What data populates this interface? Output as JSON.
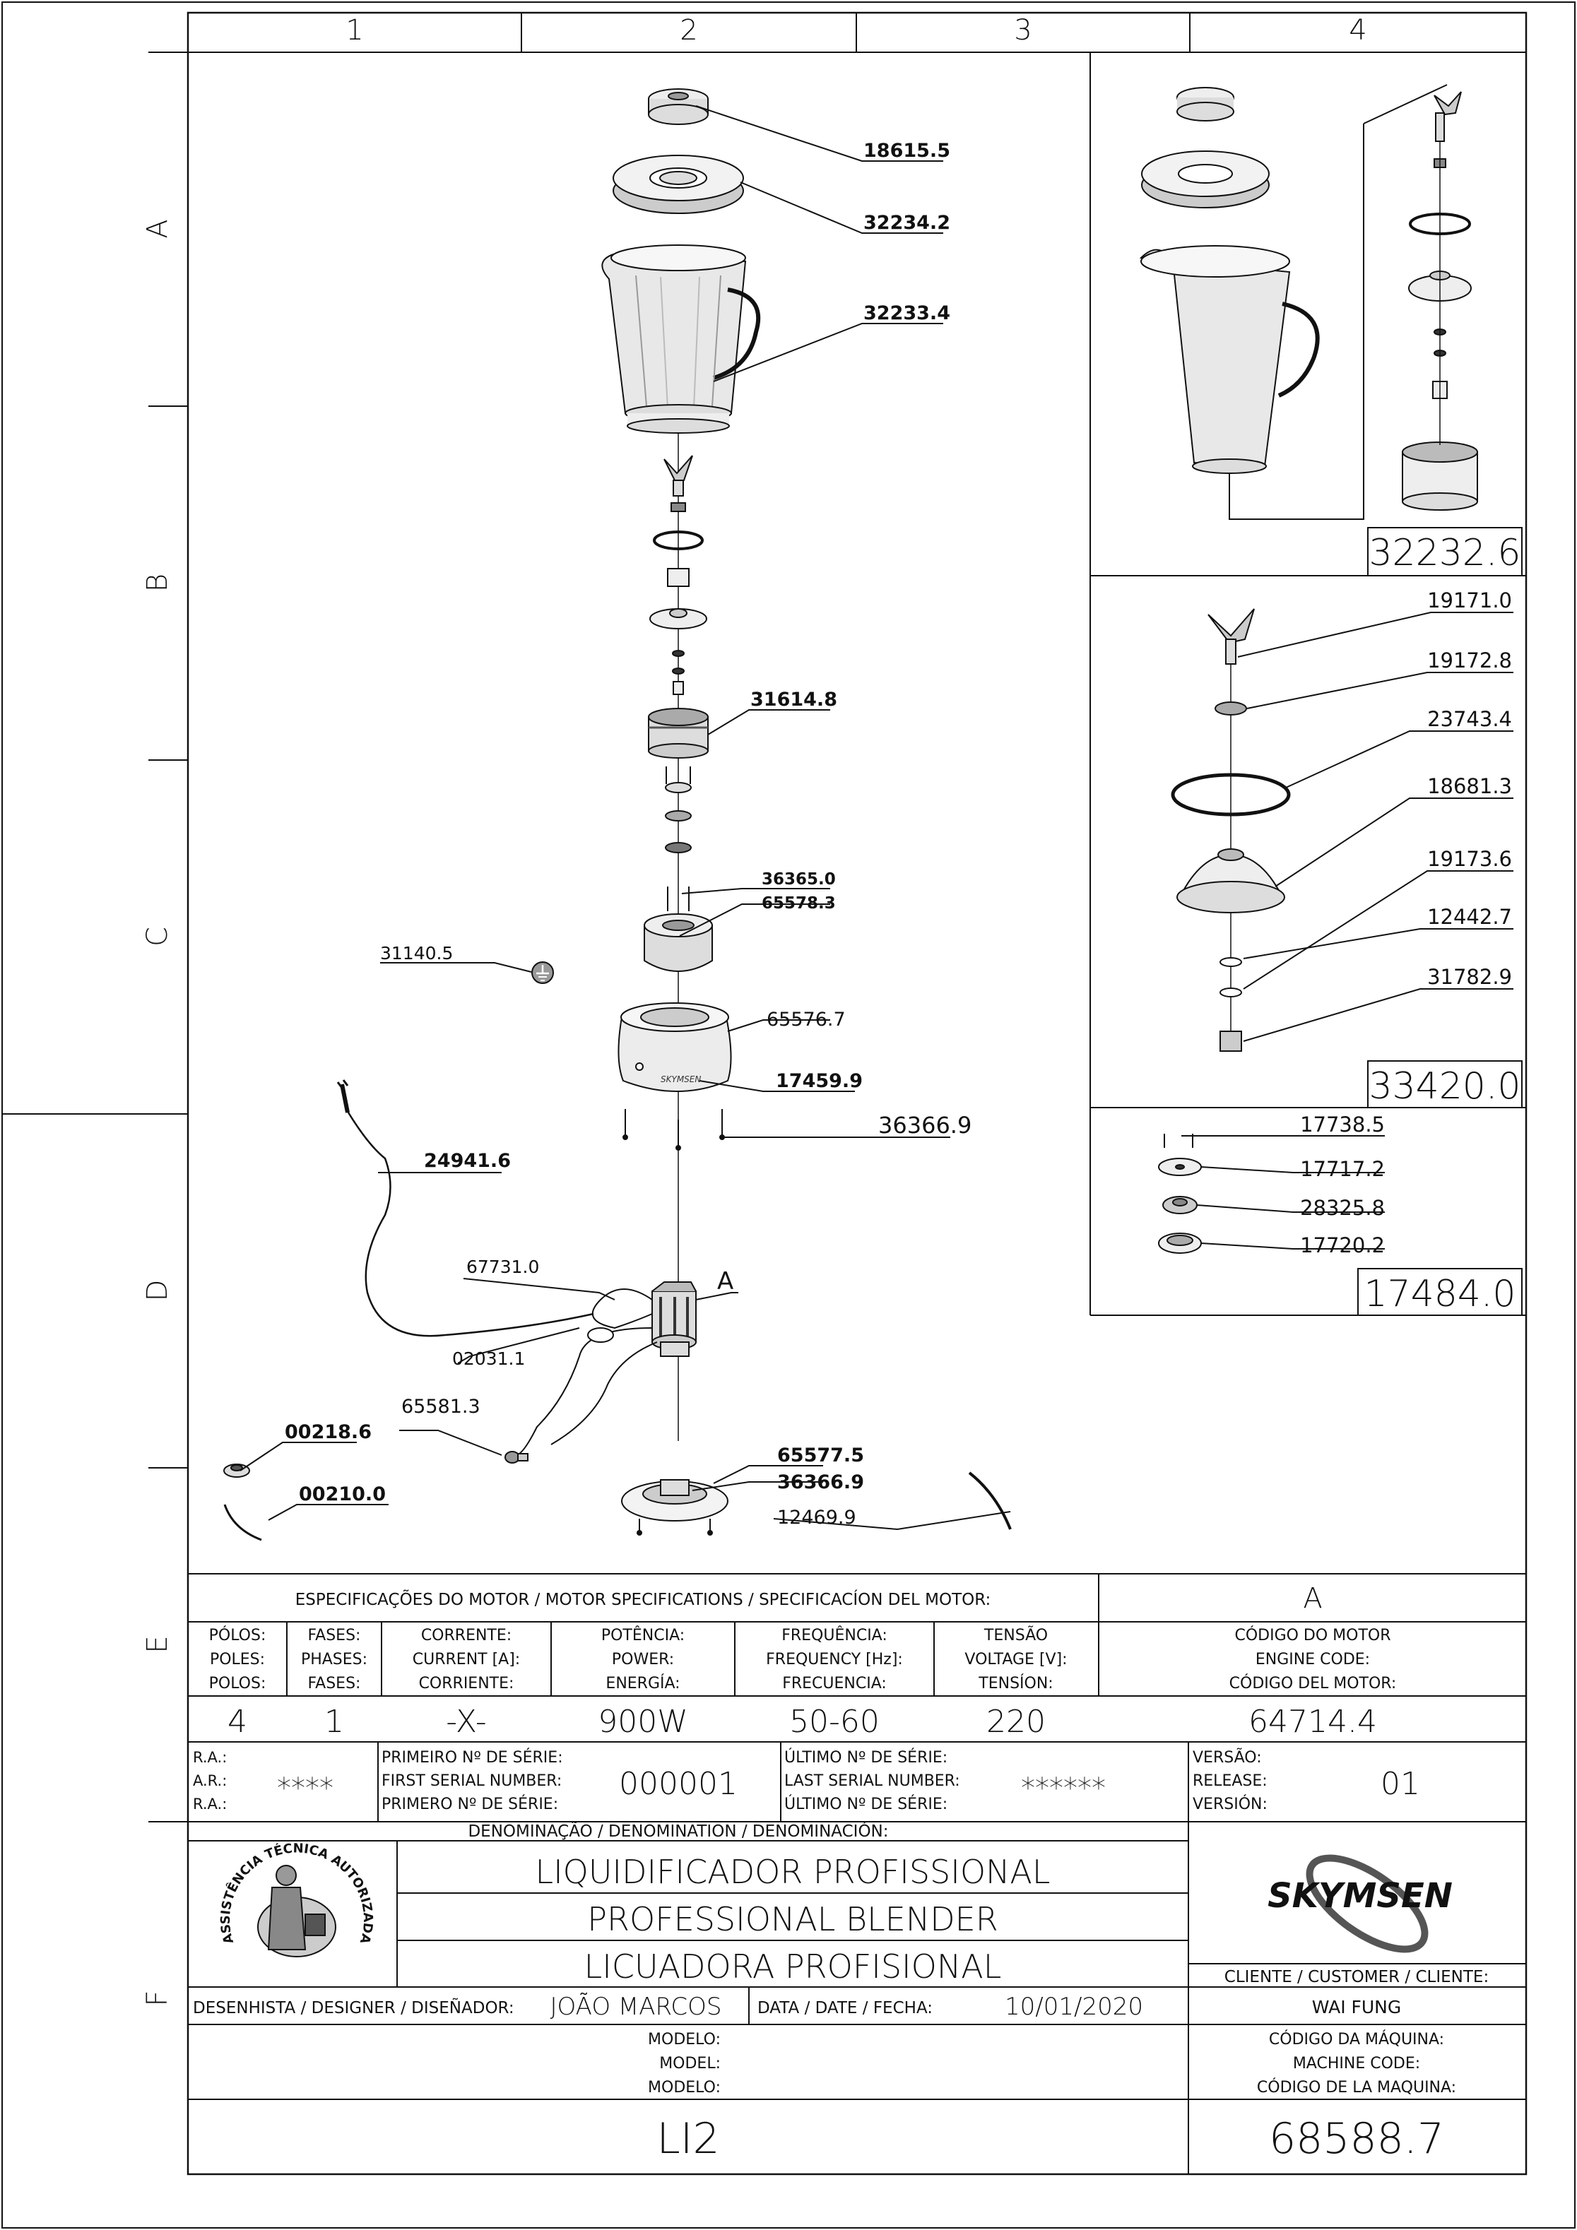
{
  "grid": {
    "columns": [
      "1",
      "2",
      "3",
      "4"
    ],
    "rows": [
      "A",
      "B",
      "C",
      "D",
      "E",
      "F"
    ]
  },
  "main_callouts": [
    {
      "code": "18615.5",
      "bold": true
    },
    {
      "code": "32234.2",
      "bold": true
    },
    {
      "code": "32233.4",
      "bold": true
    },
    {
      "code": "31614.8",
      "bold": true
    },
    {
      "code": "36365.0",
      "bold": true
    },
    {
      "code": "65578.3",
      "bold": true
    },
    {
      "code": "31140.5",
      "bold": false
    },
    {
      "code": "65576.7",
      "bold": false
    },
    {
      "code": "17459.9",
      "bold": true
    },
    {
      "code": "36366.9",
      "bold": true
    },
    {
      "code": "24941.6",
      "bold": true
    },
    {
      "code": "67731.0",
      "bold": false
    },
    {
      "code": "02031.1",
      "bold": false
    },
    {
      "code": "65581.3",
      "bold": false
    },
    {
      "code": "00218.6",
      "bold": true
    },
    {
      "code": "00210.0",
      "bold": true
    },
    {
      "code": "65577.5",
      "bold": true
    },
    {
      "code": "36366.9",
      "bold": true
    },
    {
      "code": "12469.9",
      "bold": false
    }
  ],
  "motor_marker": "A",
  "panel_jar": {
    "kit_code": "32232.6"
  },
  "panel_blade": {
    "kit_code": "33420.0",
    "parts": [
      "19171.0",
      "19172.8",
      "23743.4",
      "18681.3",
      "19173.6",
      "12442.7",
      "31782.9"
    ]
  },
  "panel_coupling": {
    "kit_code": "17484.0",
    "parts": [
      "17738.5",
      "17717.2",
      "28325.8",
      "17720.2"
    ]
  },
  "motor_specs": {
    "header": "ESPECIFICAÇÕES DO MOTOR / MOTOR SPECIFICATIONS / SPECIFICACÍON DEL MOTOR:",
    "motor_ref": "A",
    "columns": [
      {
        "label": "PÓLOS:\nPOLES:\nPOLOS:",
        "value": "4"
      },
      {
        "label": "FASES:\nPHASES:\nFASES:",
        "value": "1"
      },
      {
        "label": "CORRENTE:\nCURRENT [A]:\nCORRIENTE:",
        "value": "-X-"
      },
      {
        "label": "POTÊNCIA:\nPOWER:\nENERGÍA:",
        "value": "900W"
      },
      {
        "label": "FREQUÊNCIA:\nFREQUENCY [Hz]:\nFRECUENCIA:",
        "value": "50-60"
      },
      {
        "label": "TENSÃO\nVOLTAGE [V]:\nTENSÍON:",
        "value": "220"
      },
      {
        "label": "CÓDIGO DO MOTOR\nENGINE CODE:\nCÓDIGO DEL MOTOR:",
        "value": "64714.4"
      }
    ]
  },
  "serials": {
    "ra_label": "R.A.:\nA.R.:\nR.A.:",
    "ra_value": "****",
    "first_label": "PRIMEIRO Nº DE SÉRIE:\nFIRST SERIAL NUMBER:\nPRIMERO Nº DE SÉRIE:",
    "first_value": "000001",
    "last_label": "ÚLTIMO Nº DE SÉRIE:\nLAST SERIAL NUMBER:\nÚLTIMO Nº DE SÉRIE:",
    "last_value": "******",
    "version_label": "VERSÃO:\nRELEASE:\nVERSIÓN:",
    "version_value": "01"
  },
  "denomination": {
    "label": "DENOMINAÇÃO / DENOMINATION / DENOMINACIÓN:",
    "lines": [
      "LIQUIDIFICADOR PROFISSIONAL",
      "PROFESSIONAL BLENDER",
      "LICUADORA PROFISIONAL"
    ]
  },
  "stamp": {
    "text": "ASSISTÊNCIA TÉCNICA AUTORIZADA"
  },
  "brand": {
    "name": "SKYMSEN",
    "color": "#555555"
  },
  "customer": {
    "label": "CLIENTE / CUSTOMER / CLIENTE:",
    "value": "WAI FUNG"
  },
  "designer": {
    "label": "DESENHISTA / DESIGNER / DISEÑADOR:",
    "value": "JOÃO MARCOS"
  },
  "date": {
    "label": "DATA / DATE / FECHA:",
    "value": "10/01/2020"
  },
  "model": {
    "label": "MODELO:\nMODEL:\nMODELO:",
    "value": "LI2"
  },
  "machine_code": {
    "label": "CÓDIGO DA MÁQUINA:\nMACHINE CODE:\nCÓDIGO DE LA MAQUINA:",
    "value": "68588.7"
  }
}
